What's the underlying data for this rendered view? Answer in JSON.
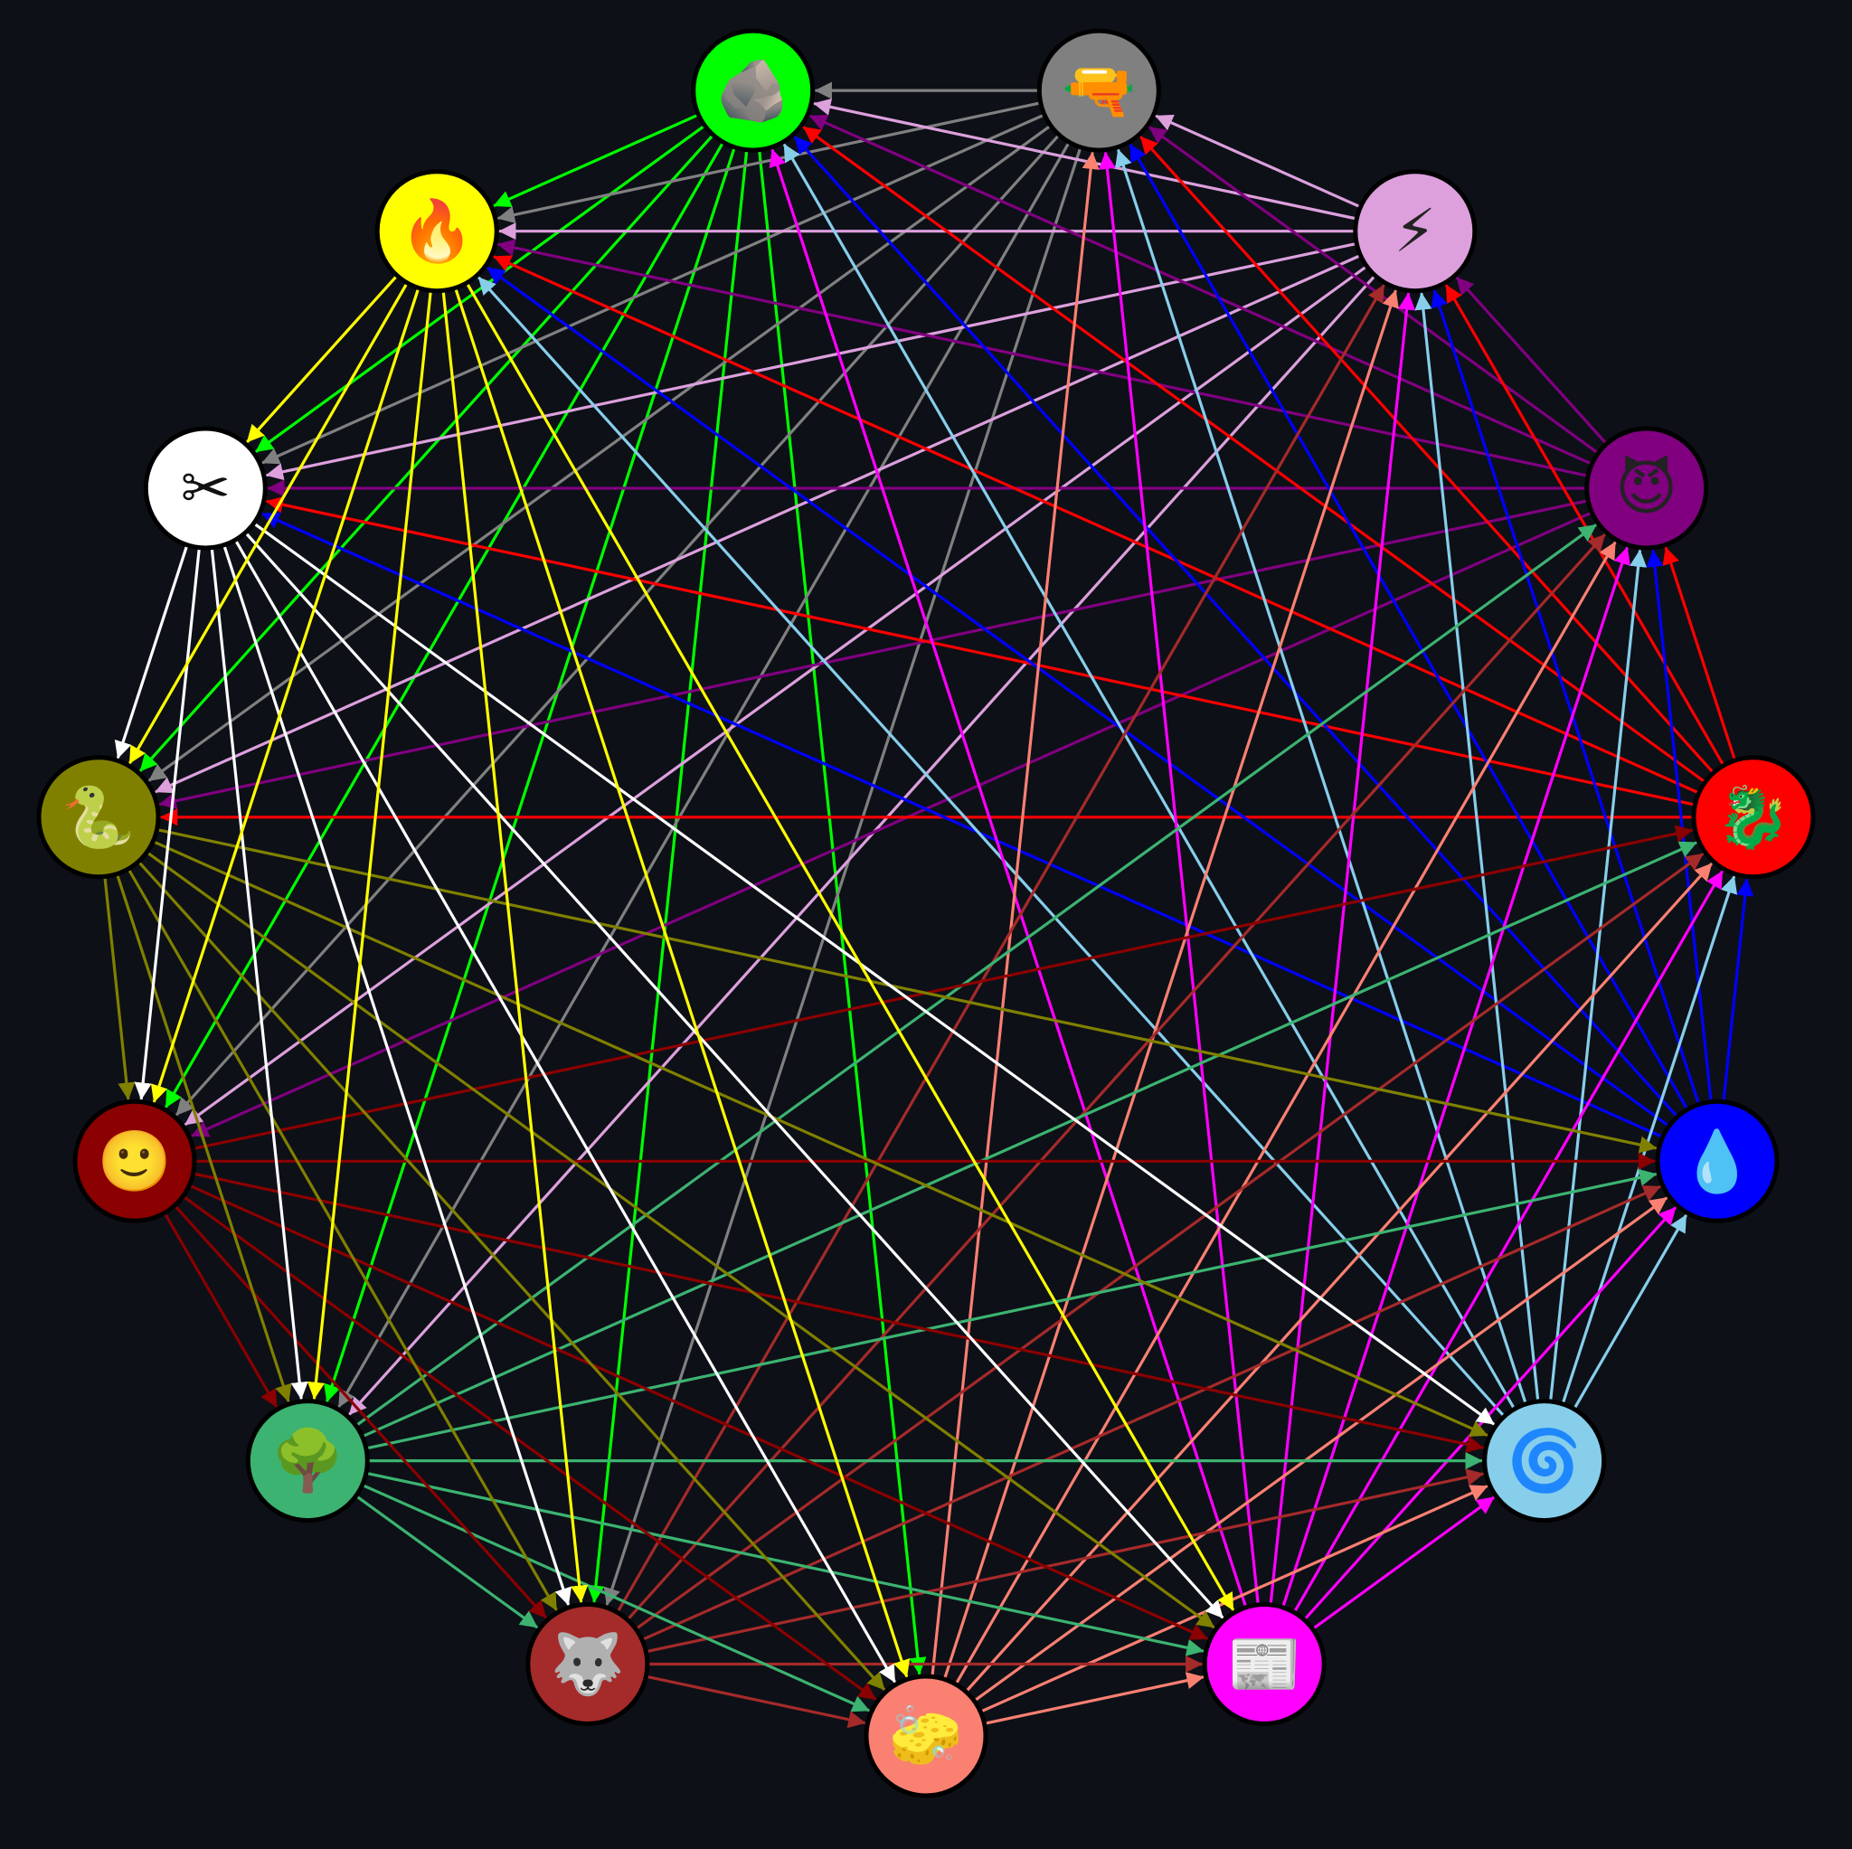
{
  "background": "#0d1017",
  "nodes": [
    {
      "id": "rock",
      "name": "rock-node",
      "icon": "rock-icon",
      "glyph": "🪨",
      "color": "#00ff00"
    },
    {
      "id": "gun",
      "name": "gun-node",
      "icon": "water-pistol-icon",
      "glyph": "🔫",
      "color": "#808080"
    },
    {
      "id": "lightning",
      "name": "lightning-node",
      "icon": "lightning-icon",
      "glyph": "⚡",
      "color": "#dda0dd"
    },
    {
      "id": "devil",
      "name": "devil-node",
      "icon": "devil-face-icon",
      "glyph": "😈",
      "color": "#800080"
    },
    {
      "id": "dragon",
      "name": "dragon-node",
      "icon": "dragon-icon",
      "glyph": "🐉",
      "color": "#ff0000"
    },
    {
      "id": "water",
      "name": "water-node",
      "icon": "water-drop-icon",
      "glyph": "💧",
      "color": "#0000ff"
    },
    {
      "id": "air",
      "name": "air-node",
      "icon": "cyclone-icon",
      "glyph": "🌀",
      "color": "#87ceeb"
    },
    {
      "id": "paper",
      "name": "paper-node",
      "icon": "newspaper-icon",
      "glyph": "📰",
      "color": "#ff00ff"
    },
    {
      "id": "sponge",
      "name": "sponge-node",
      "icon": "sponge-icon",
      "glyph": "🧽",
      "color": "#fa8072"
    },
    {
      "id": "wolf",
      "name": "wolf-node",
      "icon": "wolf-icon",
      "glyph": "🐺",
      "color": "#a52a2a"
    },
    {
      "id": "tree",
      "name": "tree-node",
      "icon": "tree-icon",
      "glyph": "🌳",
      "color": "#3cb371"
    },
    {
      "id": "human",
      "name": "human-node",
      "icon": "smiley-face-icon",
      "glyph": "🙂",
      "color": "#8b0000"
    },
    {
      "id": "snake",
      "name": "snake-node",
      "icon": "snake-icon",
      "glyph": "🐍",
      "color": "#808000"
    },
    {
      "id": "scissors",
      "name": "scissors-node",
      "icon": "scissors-icon",
      "glyph": "✂",
      "color": "#ffffff"
    },
    {
      "id": "fire",
      "name": "fire-node",
      "icon": "fire-icon",
      "glyph": "🔥",
      "color": "#ffff00"
    }
  ],
  "beats_count": 7
}
